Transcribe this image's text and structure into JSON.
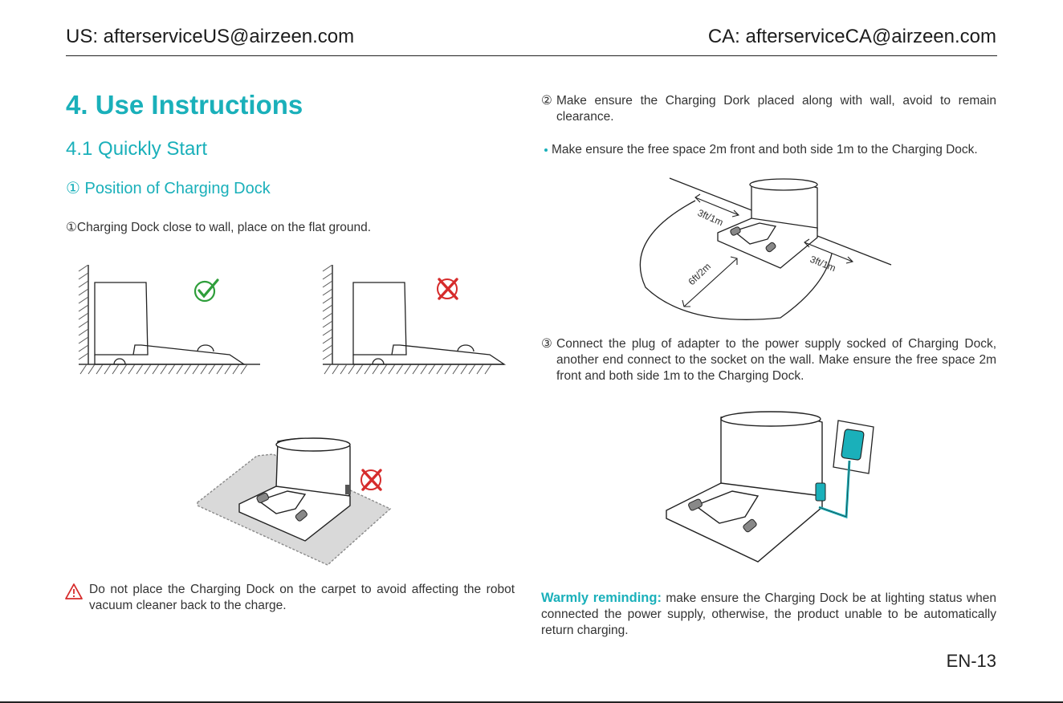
{
  "header": {
    "left_email": "US: afterserviceUS@airzeen.com",
    "right_email": "CA: afterserviceCA@airzeen.com"
  },
  "section": {
    "title": "4. Use Instructions",
    "subtitle": "4.1 Quickly Start",
    "step_heading": "① Position of Charging Dock"
  },
  "left": {
    "step1": "①Charging Dock close to wall, place on the flat ground.",
    "warning": "Do not place the Charging Dock on the carpet to avoid affecting the robot vacuum cleaner back to the charge."
  },
  "right": {
    "step2_marker": "②",
    "step2_text": "Make ensure the Charging Dork placed along with wall, avoid to remain clearance.",
    "bullet": "Make ensure the free space 2m front and both side 1m to the Charging Dock.",
    "dim_left": "3ft/1m",
    "dim_right": "3ft/1m",
    "dim_front": "6ft/2m",
    "step3_marker": "③",
    "step3_text": "Connect the plug of adapter to the power supply socked of Charging Dock, another end connect to the socket on the wall. Make ensure the free space 2m front and both side 1m to the Charging Dock.",
    "reminder_label": "Warmly reminding:",
    "reminder_text": " make ensure the Charging Dock be at lighting status when connected the power supply, otherwise, the product unable to be automatically return charging."
  },
  "footer": {
    "page_number": "EN-13"
  },
  "colors": {
    "accent": "#1ab0ba",
    "correct": "#2e9e3a",
    "wrong": "#d62b2b"
  },
  "icons": [
    "check-icon",
    "cross-icon",
    "warning-triangle-icon",
    "bullet-dot-icon"
  ]
}
